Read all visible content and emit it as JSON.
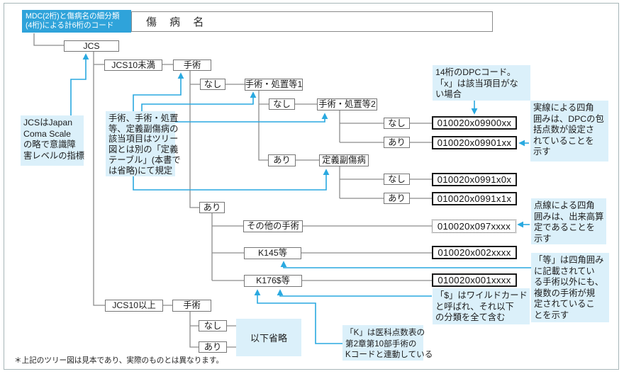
{
  "header": {
    "mdc_label_line1": "MDC(2桁)と傷病名の細分類",
    "mdc_label_line2": "(4桁)による計6桁のコード",
    "disease_name": "傷 病 名"
  },
  "tree": {
    "jcs": "JCS",
    "jcs_under10": "JCS10未満",
    "jcs_over10": "JCS10以上",
    "surgery": "手術",
    "nashi": "なし",
    "ari": "あり",
    "ops1": "手術・処置等1",
    "ops2": "手術・処置等2",
    "teigi": "定義副傷病",
    "sonota": "その他の手術",
    "k145": "K145等",
    "k176": "K176$等",
    "omitted": "以下省略",
    "codes": {
      "c1": "010020x09900xx",
      "c2": "010020x09901xx",
      "c3": "010020x0991x0x",
      "c4": "010020x0991x1x",
      "c5": "010020x097xxxx",
      "c6": "010020x002xxxx",
      "c7": "010020x001xxxx"
    }
  },
  "notes": {
    "jcs_note": {
      "l1": "JCSはJapan",
      "l2": "Coma Scale",
      "l3": "の略で意識障",
      "l4": "害レベルの指標"
    },
    "def_table_note": {
      "l1": "手術、手術・処置",
      "l2": "等、定義副傷病の",
      "l3": "該当項目はツリー",
      "l4": "図とは別の「定義",
      "l5": "テーブル」(本書で",
      "l6": "は省略)にて規定"
    },
    "dpc14_note": {
      "l1": "14桁のDPCコード。",
      "l2": "「x」は該当項目がな",
      "l3": "い場合"
    },
    "solid_note": {
      "l1": "実線による四角",
      "l2": "囲みは、DPCの包",
      "l3": "括点数が設定さ",
      "l4": "れていることを",
      "l5": "示す"
    },
    "dotted_note": {
      "l1": "点線による四角",
      "l2": "囲みは、出来高算",
      "l3": "定であることを",
      "l4": "示す"
    },
    "tou_note": {
      "l1": "「等」は四角囲み",
      "l2": "に記載されてい",
      "l3": "る手術以外にも、",
      "l4": "複数の手術が規",
      "l5": "定されているこ",
      "l6": "とを示す"
    },
    "wildcard_note": {
      "l1": "「$」はワイルドカード",
      "l2": "と呼ばれ、それ以下",
      "l3": "の分類を全て含む"
    },
    "kcode_note": {
      "l1": "「K」は医科点数表の",
      "l2": "第2章第10部手術の",
      "l3": "Kコードと連動している"
    }
  },
  "footnote": "＊上記のツリー図は見本であり、実際のものとは異なります。",
  "colors": {
    "accent_cyan": "#2fa3da",
    "connector_cyan": "#2aa9e0",
    "note_background": "#dbf0fa",
    "tree_line_gray": "#8c8c8c",
    "code_border_black": "#1a1a1a"
  }
}
